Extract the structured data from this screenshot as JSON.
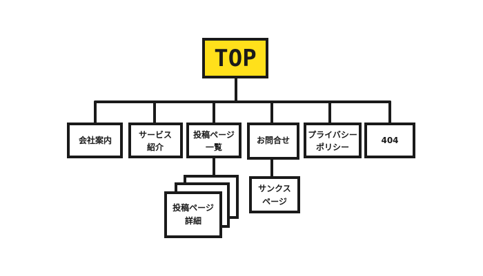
{
  "top": {
    "label": "TOP",
    "fill": "#FFE01B"
  },
  "pages": [
    {
      "id": "company",
      "lines": [
        "会社案内"
      ]
    },
    {
      "id": "service",
      "lines": [
        "サービス",
        "紹介"
      ]
    },
    {
      "id": "posts",
      "lines": [
        "投稿ページ",
        "一覧"
      ]
    },
    {
      "id": "contact",
      "lines": [
        "お問合せ"
      ]
    },
    {
      "id": "privacy",
      "lines": [
        "プライバシー",
        "ポリシー"
      ]
    },
    {
      "id": "notfound",
      "lines": [
        "404"
      ]
    }
  ],
  "post_detail": {
    "lines": [
      "投稿ページ",
      "詳細"
    ]
  },
  "thanks": {
    "lines": [
      "サンクス",
      "ページ"
    ]
  },
  "colors": {
    "stroke": "#1a1a1a",
    "accent": "#FFE01B"
  }
}
